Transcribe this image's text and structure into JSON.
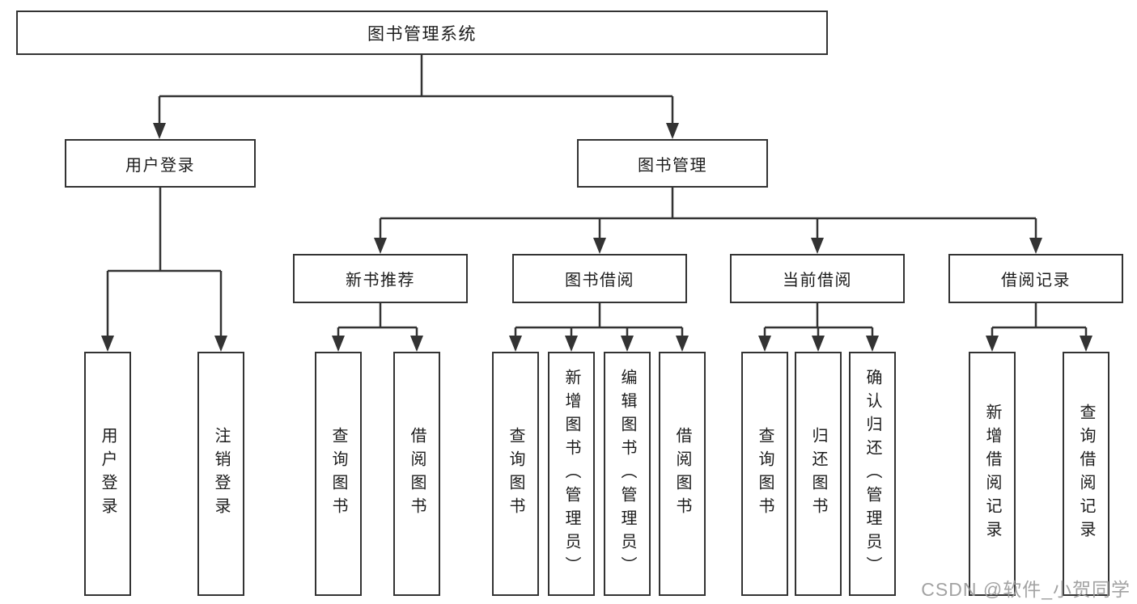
{
  "diagram": {
    "root": {
      "label": "图书管理系统"
    },
    "level2": [
      {
        "label": "用户登录"
      },
      {
        "label": "图书管理"
      }
    ],
    "level3": [
      {
        "label": "新书推荐"
      },
      {
        "label": "图书借阅"
      },
      {
        "label": "当前借阅"
      },
      {
        "label": "借阅记录"
      }
    ],
    "leaves": [
      {
        "label": "用户登录"
      },
      {
        "label": "注销登录"
      },
      {
        "label": "查询图书"
      },
      {
        "label": "借阅图书"
      },
      {
        "label": "查询图书"
      },
      {
        "label": "新增图书（管理员）"
      },
      {
        "label": "编辑图书（管理员）"
      },
      {
        "label": "借阅图书"
      },
      {
        "label": "查询图书"
      },
      {
        "label": "归还图书"
      },
      {
        "label": "确认归还（管理员）"
      },
      {
        "label": "新增借阅记录"
      },
      {
        "label": "查询借阅记录"
      }
    ]
  },
  "watermark": {
    "text": "CSDN @软件_小贺同学"
  },
  "colors": {
    "line": "#333333",
    "text": "#1c1c1c",
    "background": "#ffffff",
    "watermark": "#9b9b9b"
  }
}
